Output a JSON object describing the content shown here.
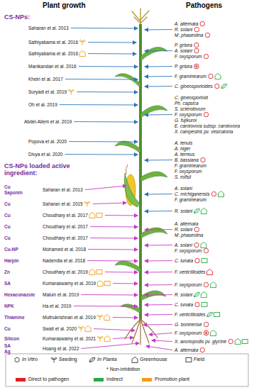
{
  "diagram": {
    "labels": [
      "Plant growth",
      "Pathogens",
      "CS-NPs:",
      "Saharan et al. 2013",
      "Sathiyabama et al. 2016",
      "Sathiyabama et al. 2016",
      "Manikandan et al. 2016",
      "Kheiri et al. 2017",
      "Suryadi et al. 2019",
      "Oh et al. 2019",
      "Abdel-Aliem et al. 2019",
      "Popova et al. 2020",
      "Divya et al. 2020",
      "CS-NPs loaded active ingredient:",
      "Cu",
      "Saponin",
      "Saharan et al. 2013",
      "Cu",
      "Saharan et al. 2015",
      "Cu",
      "Choudhary et al. 2017",
      "Cu",
      "Choudhary et al. 2017",
      "Cu",
      "Choudhary et al. 2017",
      "Cu-NP",
      "Mohamed et al. 2018",
      "Harpin",
      "Nadendla et al. 2018",
      "Zn",
      "Choudhary et al. 2019",
      "SA",
      "Kumaraswamy et al. 2019",
      "Hexaconazole",
      "Maluin et al. 2019",
      "NPK",
      "Ha et al. 2019",
      "Thiamine",
      "Muthukrishnan et al. 2019",
      "Cu",
      "Swati et al. 2020",
      "Silicon",
      "Kumaraswamy et al. 2021",
      "SA",
      "Ag",
      "Hoang et al. 2022",
      "A. alternata",
      "R. solani",
      "M. phaseolina",
      "P. grisea",
      "A. solani",
      "F. oxysporum",
      "P. grisea",
      "F. graminearum",
      "C. gloeosporioides",
      "C. gloeosporioid",
      "Ph. capsica",
      "S. sclerotiorum",
      "F. oxysporum",
      "G. fujikuroi",
      "E. carotovora subsp. carotovora",
      "X. campestris pv. vesicatoria",
      "A. tenuis",
      "A. niger",
      "A. terreus",
      "B. bassiana",
      "F. graminearum",
      "F. oxysporum",
      "S. rolfsii",
      "A. solani",
      "C. michiganensis",
      "F. graminearum",
      "R. solani",
      "A. alternata",
      "R. solani",
      "M. phaseolina",
      "A. solani",
      "F. oxysporum",
      "C. lunata",
      "F. verticillioides",
      "F. oxysporum",
      "R. solani",
      "C. lunata",
      "F. verticillioides",
      "G. boninense",
      "F. oxysporum",
      "X. axonopodis pv. glycine",
      "A. alternata"
    ],
    "legend": [
      {
        "text": "In Vitro"
      },
      {
        "text": "Seeding"
      },
      {
        "text": "In Planta"
      },
      {
        "text": "Greenhouse"
      },
      {
        "text": "Field"
      },
      {
        "text": "* Non-inhibition"
      },
      {
        "text": "Direct to pathogen",
        "color": "#e02020"
      },
      {
        "text": "Indirect",
        "color": "#2aa84a"
      },
      {
        "text": "Promotion plant",
        "color": "#f39c12"
      }
    ]
  }
}
